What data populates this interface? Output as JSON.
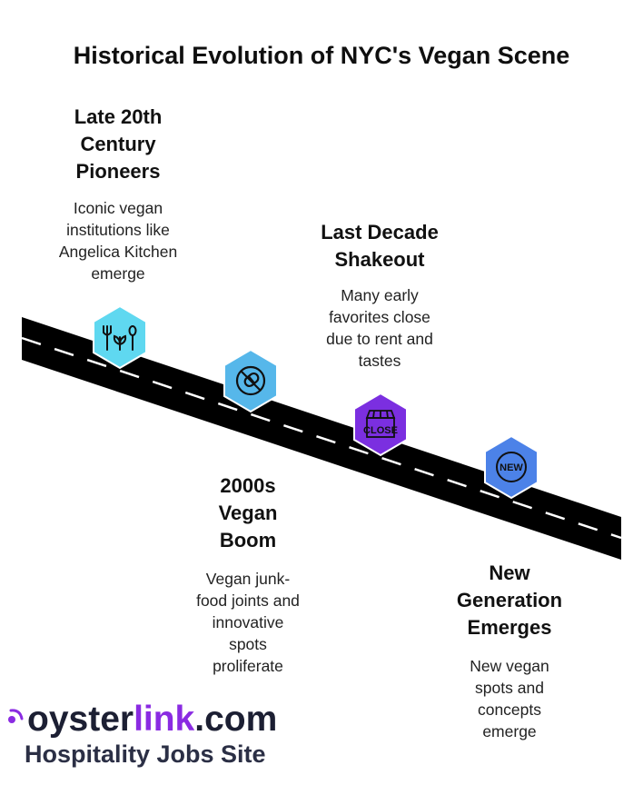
{
  "title": "Historical Evolution of NYC's Vegan Scene",
  "milestones": [
    {
      "heading_lines": [
        "Late 20th",
        "Century",
        "Pioneers"
      ],
      "desc_lines": [
        "Iconic vegan",
        "institutions like",
        "Angelica Kitchen",
        "emerge"
      ],
      "icon": "utensils-leaf-icon",
      "color": "#5fd8f0"
    },
    {
      "heading_lines": [
        "2000s",
        "Vegan",
        "Boom"
      ],
      "desc_lines": [
        "Vegan junk-",
        "food joints and",
        "innovative",
        "spots",
        "proliferate"
      ],
      "icon": "no-pill-icon",
      "color": "#56b7ea"
    },
    {
      "heading_lines": [
        "Last Decade",
        "Shakeout"
      ],
      "desc_lines": [
        "Many early",
        "favorites close",
        "due to rent and",
        "tastes"
      ],
      "icon": "store-close-icon",
      "color": "#7b2fe0",
      "icon_text": "CLOSE"
    },
    {
      "heading_lines": [
        "New",
        "Generation",
        "Emerges"
      ],
      "desc_lines": [
        "New vegan",
        "spots and",
        "concepts",
        "emerge"
      ],
      "icon": "new-badge-icon",
      "color": "#4c82e8",
      "icon_text": "NEW"
    }
  ],
  "brand": {
    "name_part1": "oyster",
    "name_part2": "link",
    "name_part3": ".com",
    "tagline": "Hospitality Jobs Site",
    "accent": "#8a2be2"
  }
}
